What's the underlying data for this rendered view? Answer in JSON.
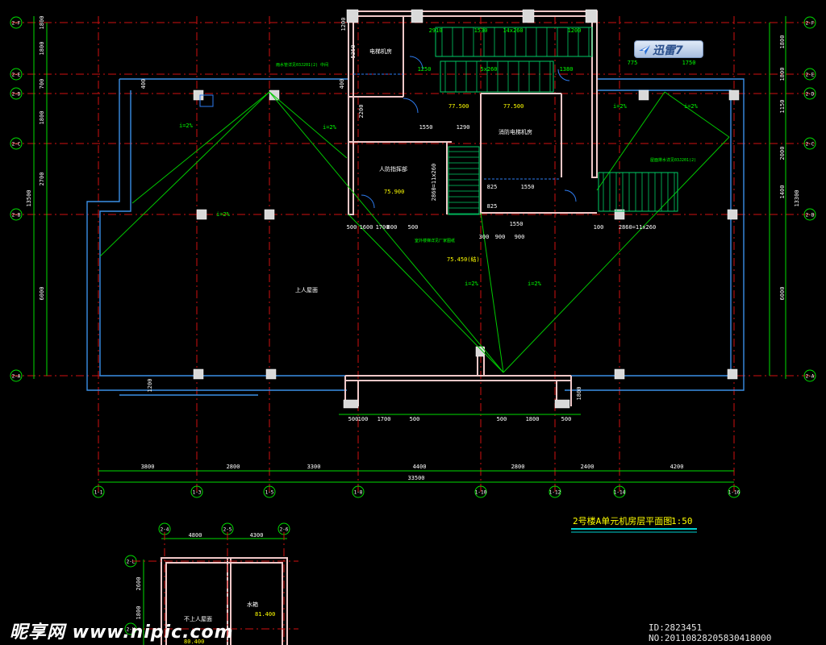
{
  "title": "2号楼A单元机房层平面图",
  "scale": "1:50",
  "rooms": {
    "elevator_machine": "电梯机房",
    "fire_elevator_machine": "消防电梯机房",
    "civil_air_defense": "人防指挥部",
    "roof_accessible": "上人屋面",
    "roof_not_accessible": "不上人屋面",
    "water_tank": "水箱"
  },
  "elevations": {
    "stair_top_1": "77.500",
    "stair_top_2": "77.500",
    "room_floor": "75.900",
    "roof_level": "75.450(结)",
    "sub_roof": "81.400",
    "sub_bottom": "80.400"
  },
  "slopes": [
    "i=2%",
    "i=2%",
    "i=2%",
    "i=2%",
    "i=2%",
    "i=2%",
    "i=2%"
  ],
  "notes": {
    "drain_note": "雨水管详见03J201(2) 中间",
    "stair_note": "室外楼梯详见厂家图纸",
    "roof_drain": "屋面排水详见03J201(2)"
  },
  "top_dims": [
    "2910",
    "1530",
    "14x260",
    "1200",
    "1250",
    "5x260",
    "1380",
    "775",
    "1750"
  ],
  "mid_dims": [
    "1550",
    "1290",
    "1550",
    "825",
    "825",
    "1550",
    "2860=11x260",
    "2860=11x260",
    "100",
    "300",
    "900",
    "1700",
    "500",
    "1600",
    "500",
    "800",
    "900"
  ],
  "bottom_dims": [
    "3800",
    "2800",
    "3300",
    "4400",
    "2800",
    "2400",
    "4200"
  ],
  "bottom_total": "33500",
  "bottom_local_dims": [
    "500",
    "100",
    "1700",
    "500",
    "500",
    "1800",
    "500"
  ],
  "left_dims": [
    "1800",
    "700",
    "1800",
    "2700",
    "6000",
    "1800"
  ],
  "left_total": "13500",
  "right_dims": [
    "1800",
    "1800",
    "1150",
    "2000",
    "1400",
    "6000"
  ],
  "right_total": "13300",
  "side_dims": [
    "1200",
    "5250",
    "400",
    "400",
    "2200",
    "1200",
    "1800"
  ],
  "grid_labels_bottom": [
    "1-1",
    "1-3",
    "1-5",
    "1-8",
    "1-10",
    "1-12",
    "1-14",
    "1-16"
  ],
  "grid_labels_left": [
    "2-A",
    "2-B",
    "2-C",
    "2-D",
    "2-E",
    "2-F"
  ],
  "grid_labels_right": [
    "2-A",
    "2-B",
    "2-C",
    "2-D",
    "2-E",
    "2-F"
  ],
  "grid_labels_sub_top": [
    "2-4",
    "2-5",
    "2-6"
  ],
  "grid_labels_sub_left": [
    "2-L",
    "2-K"
  ],
  "sub_dims": [
    "4800",
    "4300",
    "2600",
    "1800"
  ],
  "app_badge": {
    "label": "迅雷7",
    "icon": "thunder-bird-icon"
  },
  "watermark_left": "昵享网 www.nipic.com",
  "watermark_right": "ID:2823451 NO:20110828205830418000"
}
